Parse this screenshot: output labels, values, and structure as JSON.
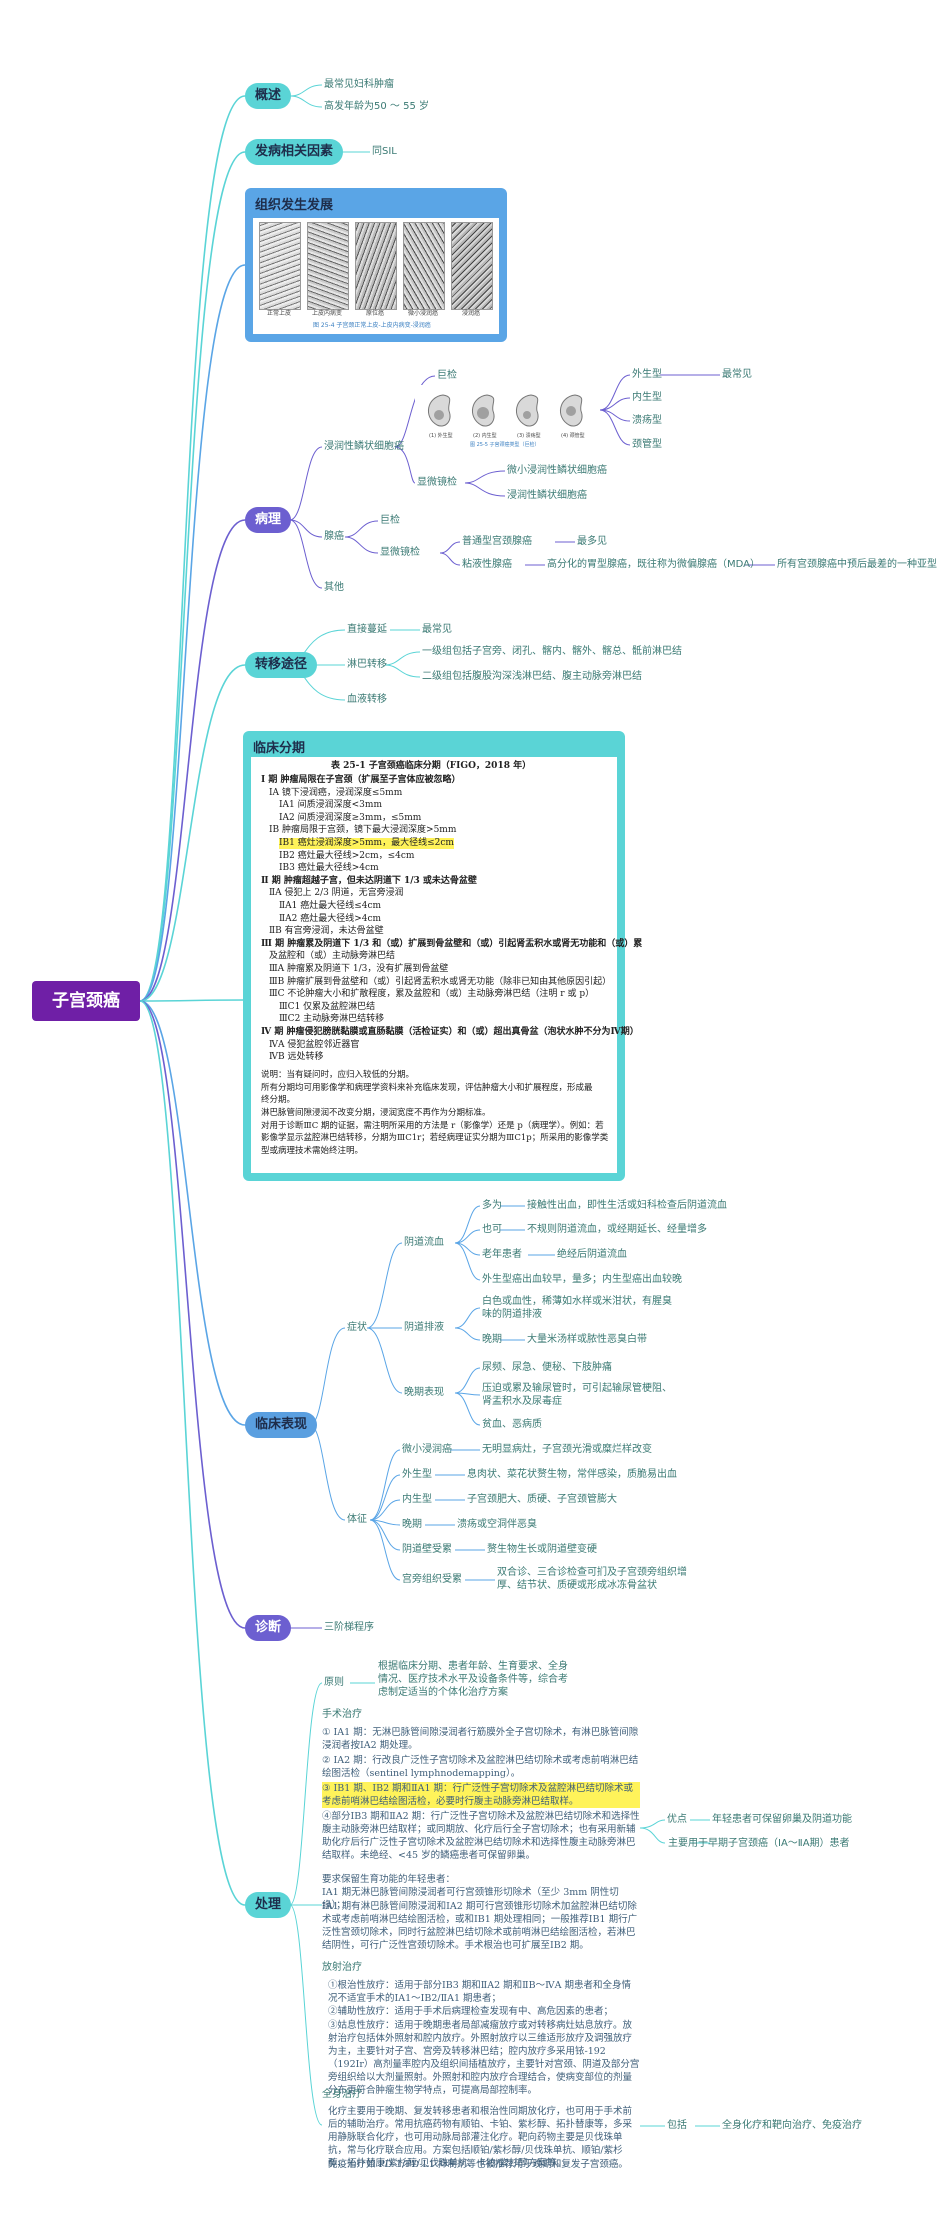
{
  "root": "子宫颈癌",
  "overview": {
    "label": "概述",
    "items": [
      "最常见妇科肿瘤",
      "高发年龄为50 ～ 55 岁"
    ]
  },
  "risk": {
    "label": "发病相关因素",
    "item": "同SIL"
  },
  "histo": {
    "title": "组织发生发展",
    "tiles": [
      "正常上皮",
      "上皮内病变",
      "原位癌",
      "微小浸润癌",
      "浸润癌"
    ],
    "caption": "图 25-4  子宫颈正常上皮-上皮内病变-浸润癌"
  },
  "pathology": {
    "label": "病理",
    "scc": {
      "label": "浸润性鳞状细胞癌",
      "gross": "巨检",
      "gross_types": [
        "外生型",
        "内生型",
        "溃疡型",
        "颈管型"
      ],
      "exo_note": "最常见",
      "fig_caption": "图 25-5  子宫颈癌类型（巨检）",
      "fig_labels": [
        "(1) 外生型",
        "(2) 内生型",
        "(3) 溃疡型",
        "(4) 颈管型"
      ],
      "micro": "显微镜检",
      "micro_items": [
        "微小浸润性鳞状细胞癌",
        "浸润性鳞状细胞癌"
      ]
    },
    "adeno": {
      "label": "腺癌",
      "gross": "巨检",
      "micro": "显微镜检",
      "common": "普通型宫颈腺癌",
      "common_note": "最多见",
      "mucinous": "粘液性腺癌",
      "mucinous_note": "高分化的胃型腺癌，既往称为微偏腺癌（MDA）",
      "mda_note": "所有宫颈腺癌中预后最差的一种亚型"
    },
    "other": "其他"
  },
  "metastasis": {
    "label": "转移途径",
    "direct": "直接蔓延",
    "direct_note": "最常见",
    "lymph": "淋巴转移",
    "lymph_items": [
      "一级组包括子宫旁、闭孔、髂内、髂外、髂总、骶前淋巴结",
      "二级组包括腹股沟深浅淋巴结、腹主动脉旁淋巴结"
    ],
    "blood": "血液转移"
  },
  "staging": {
    "title": "临床分期",
    "table_title": "表 25-1  子宫颈癌临床分期（FIGO，2018 年）",
    "lines": [
      "Ⅰ 期  肿瘤局限在子宫颈（扩展至子宫体应被忽略）",
      "ⅠA 镜下浸润癌，浸润深度≤5mm",
      "ⅠA1 间质浸润深度<3mm",
      "ⅠA2 间质浸润深度≥3mm，≤5mm",
      "ⅠB 肿瘤局限于宫颈，镜下最大浸润深度>5mm",
      "ⅠB1 癌灶浸润深度>5mm，最大径线≤2cm",
      "ⅠB2 癌灶最大径线>2cm，≤4cm",
      "ⅠB3 癌灶最大径线>4cm",
      "Ⅱ 期  肿瘤超越子宫，但未达阴道下 1/3 或未达骨盆壁",
      "ⅡA 侵犯上 2/3 阴道，无宫旁浸润",
      "ⅡA1 癌灶最大径线≤4cm",
      "ⅡA2 癌灶最大径线>4cm",
      "ⅡB 有宫旁浸润，未达骨盆壁",
      "Ⅲ 期  肿瘤累及阴道下 1/3 和（或）扩展到骨盆壁和（或）引起肾盂积水或肾无功能和（或）累",
      "及盆腔和（或）主动脉旁淋巴结",
      "ⅢA 肿瘤累及阴道下 1/3，没有扩展到骨盆壁",
      "ⅢB 肿瘤扩展到骨盆壁和（或）引起肾盂积水或肾无功能（除非已知由其他原因引起）",
      "ⅢC 不论肿瘤大小和扩散程度，累及盆腔和（或）主动脉旁淋巴结（注明 r 或 p）",
      "ⅢC1 仅累及盆腔淋巴结",
      "ⅢC2 主动脉旁淋巴结转移",
      "Ⅳ 期  肿瘤侵犯膀胱黏膜或直肠黏膜（活检证实）和（或）超出真骨盆（泡状水肿不分为Ⅳ期）",
      "ⅣA 侵犯盆腔邻近器官",
      "ⅣB 远处转移",
      "说明：当有疑问时，应归入较低的分期。",
      "所有分期均可用影像学和病理学资料来补充临床发现，评估肿瘤大小和扩展程度，形成最",
      "终分期。",
      "淋巴脉管间隙浸润不改变分期，浸润宽度不再作为分期标准。",
      "对用于诊断ⅢC 期的证据，需注明所采用的方法是 r（影像学）还是 p（病理学）。例如：若",
      "影像学显示盆腔淋巴结转移，分期为ⅢC1r；若经病理证实分期为ⅢC1p；所采用的影像学类",
      "型或病理技术需始终注明。"
    ]
  },
  "clinical": {
    "label": "临床表现",
    "symptoms": "症状",
    "bleeding": "阴道流血",
    "bleed_items": [
      {
        "k": "多为",
        "v": "接触性出血，即性生活或妇科检查后阴道流血"
      },
      {
        "k": "也可",
        "v": "不规则阴道流血，或经期延长、经量增多"
      },
      {
        "k": "老年患者",
        "v": "绝经后阴道流血"
      },
      {
        "k": "外生型癌出血较早，量多；内生型癌出血较晚",
        "v": ""
      }
    ],
    "discharge": "阴道排液",
    "discharge_items": [
      "白色或血性，稀薄如水样或米泔状，有腥臭味的阴道排液",
      "晚期",
      "大量米汤样或脓性恶臭白带"
    ],
    "late": "晚期表现",
    "late_items": [
      "尿频、尿急、便秘、下肢肿痛",
      "压迫或累及输尿管时，可引起输尿管梗阻、肾盂积水及尿毒症",
      "贫血、恶病质"
    ],
    "signs": "体征",
    "sign_items": [
      {
        "k": "微小浸润癌",
        "v": "无明显病灶，子宫颈光滑或糜烂样改变"
      },
      {
        "k": "外生型",
        "v": "息肉状、菜花状赘生物，常伴感染，质脆易出血"
      },
      {
        "k": "内生型",
        "v": "子宫颈肥大、质硬、子宫颈管膨大"
      },
      {
        "k": "晚期",
        "v": "溃疡或空洞伴恶臭"
      },
      {
        "k": "阴道壁受累",
        "v": "赘生物生长或阴道壁变硬"
      },
      {
        "k": "宫旁组织受累",
        "v": "双合诊、三合诊检查可扪及子宫颈旁组织增厚、结节状、质硬或形成冰冻骨盆状"
      }
    ]
  },
  "diagnosis": {
    "label": "诊断",
    "item": "三阶梯程序"
  },
  "treatment": {
    "label": "处理",
    "principle": "原则",
    "principle_text": "根据临床分期、患者年龄、生育要求、全身情况、医疗技术水平及设备条件等，综合考虑制定适当的个体化治疗方案",
    "surgery": "手术治疗",
    "surgery_lines": [
      "① ⅠA1 期：无淋巴脉管间隙浸润者行筋膜外全子宫切除术，有淋巴脉管间隙浸润者按ⅠA2 期处理。",
      "② ⅠA2 期：行改良广泛性子宫切除术及盆腔淋巴结切除术或考虑前哨淋巴结绘图活检（sentinel lymphnodemapping）。",
      "③ ⅠB1 期、ⅠB2 期和ⅡA1 期：行广泛性子宫切除术及盆腔淋巴结切除术或考虑前哨淋巴结绘图活检，必要时行腹主动脉旁淋巴结取样。",
      "④部分ⅠB3 期和ⅡA2 期：行广泛性子宫切除术及盆腔淋巴结切除术和选择性腹主动脉旁淋巴结取样；或同期放、化疗后行全子宫切除术；也有采用新辅助化疗后行广泛性子宫切除术及盆腔淋巴结切除术和选择性腹主动脉旁淋巴结取样。未绝经、<45 岁的鳞癌患者可保留卵巢。"
    ],
    "fertility_lines": [
      "要求保留生育功能的年轻患者：",
      "ⅠA1 期无淋巴脉管间隙浸润者可行宫颈锥形切除术（至少 3mm 阴性切缘）；",
      "ⅠA1 期有淋巴脉管间隙浸润和ⅠA2 期可行宫颈锥形切除术加盆腔淋巴结切除术或考虑前哨淋巴结绘图活检，或和ⅠB1 期处理相同；一般推荐ⅠB1 期行广泛性宫颈切除术，同时行盆腔淋巴结切除术或前哨淋巴结绘图活检，若淋巴结阴性，可行广泛性宫颈切除术。手术根治也可扩展至ⅠB2 期。"
    ],
    "adv_label": "优点",
    "adv_items": [
      "年轻患者可保留卵巢及阴道功能",
      "主要用于早期子宫颈癌（ⅠA～ⅡA期）患者"
    ],
    "radio": "放射治疗",
    "radio_lines": [
      "①根治性放疗：适用于部分ⅠB3 期和ⅡA2 期和ⅡB～ⅣA 期患者和全身情况不适宜手术的ⅠA1～ⅠB2/ⅡA1 期患者；",
      "②辅助性放疗：适用于手术后病理检查发现有中、高危因素的患者；",
      "③姑息性放疗：适用于晚期患者局部减瘤放疗或对转移病灶姑息放疗。放射治疗包括体外照射和腔内放疗。外照射放疗以三维适形放疗及调强放疗为主，主要针对子宫、宫旁及转移淋巴结；腔内放疗多采用铱-192（192Ir）高剂量率腔内及组织间插植放疗，主要针对宫颈、阴道及部分宫旁组织给以大剂量照射。外照射和腔内放疗合理结合，使病变部位的剂量分布更符合肿瘤生物学特点，可提高局部控制率。"
    ],
    "chemo": "全身治疗",
    "chemo_lines": [
      "化疗主要用于晚期、复发转移患者和根治性同期放化疗，也可用于手术前后的辅助治疗。常用抗癌药物有顺铂、卡铂、紫杉醇、拓扑替康等，多采用静脉联合化疗，也可用动脉局部灌注化疗。靶向药物主要是贝伐珠单抗，常与化疗联合应用。方案包括顺铂/紫杉醇/贝伐珠单抗、顺铂/紫杉醇、拓扑替康/紫杉醇/贝伐珠单抗、卡铂/紫杉醇方案等。",
      "免疫治疗如 PD-1/PD-L1 抑制剂等也被推荐用于晚期和复发子宫颈癌。"
    ],
    "chemo_inc": "包括",
    "chemo_inc_item": "全身化疗和靶向治疗、免疫治疗"
  },
  "colors": {
    "teal": "#5ad4d6",
    "blue": "#5aa5e6",
    "purple": "#6c5fd0",
    "root": "#6f1fa6",
    "highlight": "#fff35a"
  }
}
